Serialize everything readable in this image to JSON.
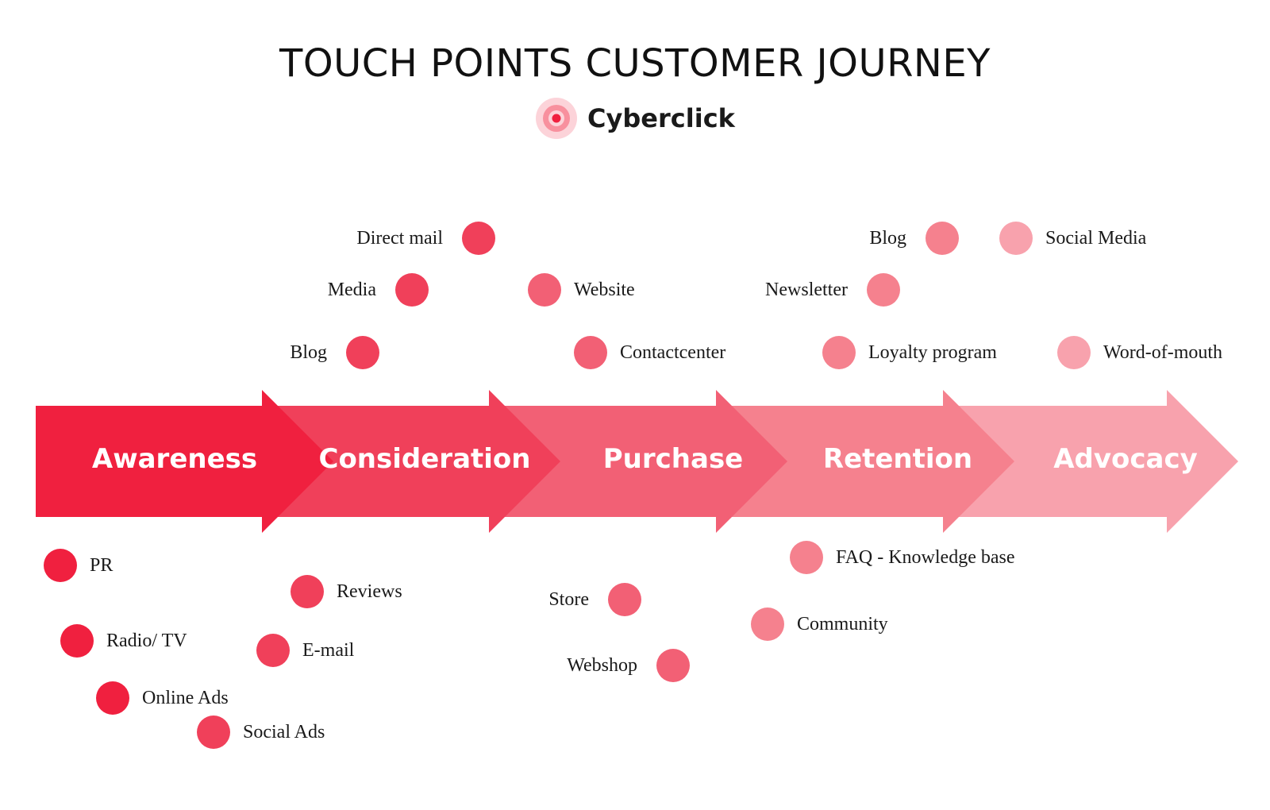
{
  "title": "TOUCH POINTS CUSTOMER JOURNEY",
  "brand": {
    "name": "Cyberclick",
    "icon": "target-icon"
  },
  "colors": {
    "awareness": "#f0203f",
    "consideration": "#f0405a",
    "purchase": "#f26075",
    "retention": "#f5818e",
    "advocacy": "#f8a2ad"
  },
  "stages": [
    {
      "label": "Awareness"
    },
    {
      "label": "Consideration"
    },
    {
      "label": "Purchase"
    },
    {
      "label": "Retention"
    },
    {
      "label": "Advocacy"
    }
  ],
  "touchpoints": {
    "direct_mail": "Direct mail",
    "media": "Media",
    "blog_consideration": "Blog",
    "website": "Website",
    "contactcenter": "Contactcenter",
    "blog_retention": "Blog",
    "newsletter": "Newsletter",
    "loyalty_program": "Loyalty program",
    "social_media": "Social Media",
    "word_of_mouth": "Word-of-mouth",
    "pr": "PR",
    "radio_tv": "Radio/ TV",
    "online_ads": "Online Ads",
    "social_ads": "Social Ads",
    "reviews": "Reviews",
    "email": "E-mail",
    "store": "Store",
    "webshop": "Webshop",
    "faq": "FAQ - Knowledge base",
    "community": "Community"
  }
}
